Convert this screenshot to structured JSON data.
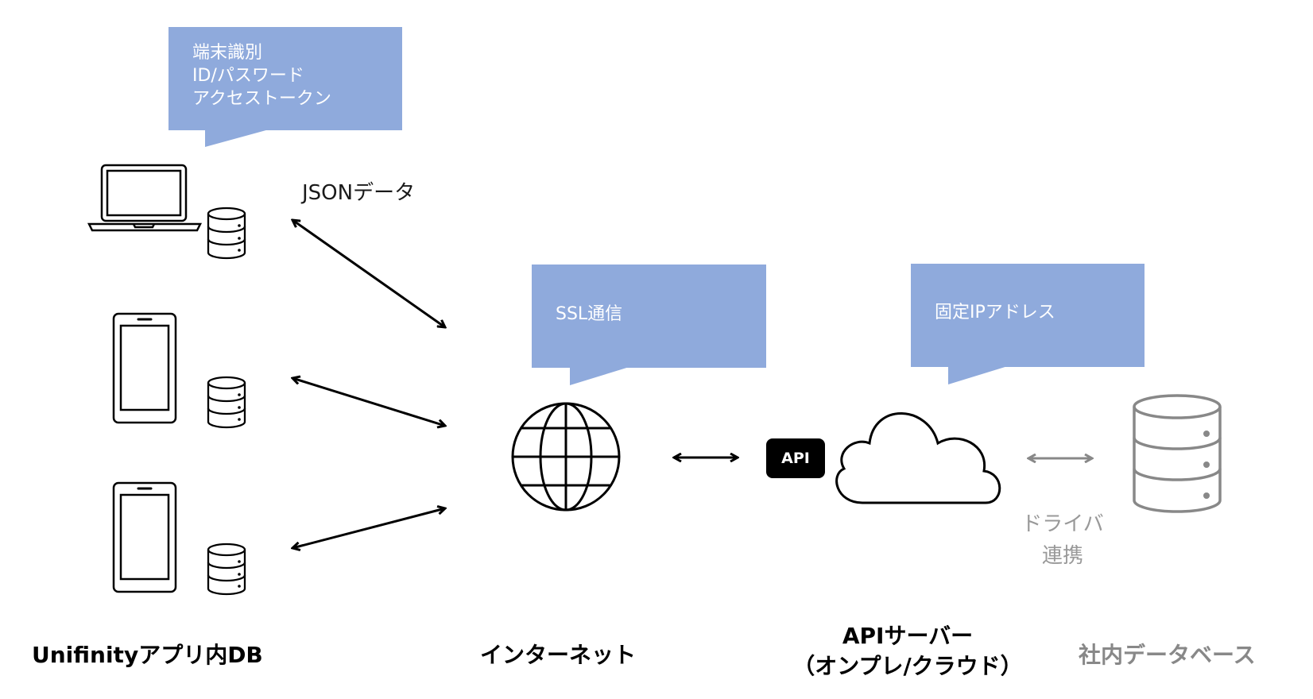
{
  "callouts": {
    "device": [
      "端末識別",
      "ID/パスワード",
      "アクセストークン"
    ],
    "ssl": "SSL通信",
    "ip": "固定IPアドレス"
  },
  "labels": {
    "json": "JSONデータ",
    "app_db": "Unifinityアプリ内DB",
    "internet": "インターネット",
    "api_server": "APIサーバー",
    "api_server_sub": "（オンプレ/クラウド）",
    "company_db": "社内データベース",
    "driver": [
      "ドライバ",
      "連携"
    ],
    "api_badge": "API"
  },
  "colors": {
    "callout": "#8faadc",
    "line": "#000000",
    "muted": "#888888"
  },
  "icons": [
    "laptop-icon",
    "database-icon",
    "tablet-icon",
    "globe-icon",
    "cloud-icon",
    "server-database-icon",
    "double-arrow-icon"
  ]
}
